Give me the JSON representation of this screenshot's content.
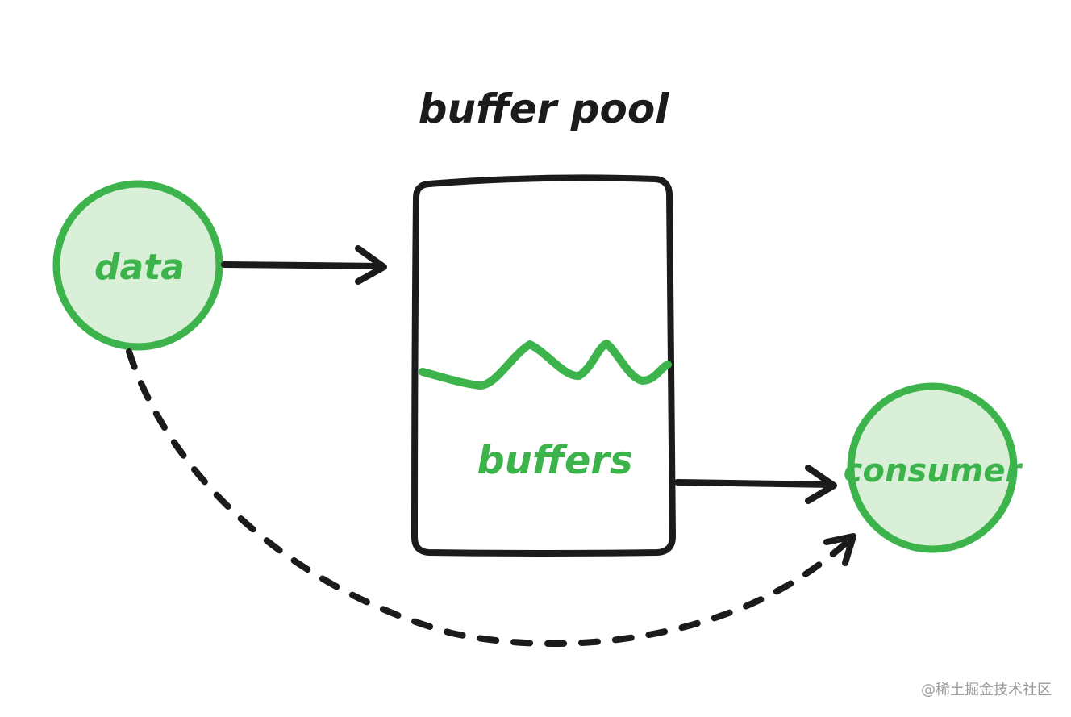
{
  "diagram": {
    "title": "buffer pool",
    "nodes": {
      "data": {
        "label": "data"
      },
      "buffers": {
        "label": "buffers"
      },
      "consumer": {
        "label": "consumer"
      }
    }
  },
  "colors": {
    "stroke": "#1b1b1b",
    "accent": "#3cb44b",
    "circle_fill": "#d9efd8"
  },
  "watermark": "@稀土掘金技术社区"
}
